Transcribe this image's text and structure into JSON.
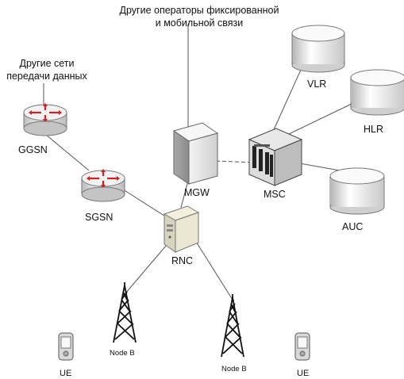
{
  "labels": {
    "other_operators_line1": "Другие операторы фиксированной",
    "other_operators_line2": "и мобильной связи",
    "other_networks_line1": "Другие сети",
    "other_networks_line2": "передачи данных",
    "ggsn": "GGSN",
    "sgsn": "SGSN",
    "mgw": "MGW",
    "msc": "MSC",
    "vlr": "VLR",
    "hlr": "HLR",
    "auc": "AUC",
    "rnc": "RNC",
    "node_b_left": "Node B",
    "node_b_right": "Node B",
    "ue_left": "UE",
    "ue_right": "UE"
  },
  "colors": {
    "line": "#555555",
    "router_arrow": "#d42020",
    "device_gray": "#e6e6e6"
  }
}
